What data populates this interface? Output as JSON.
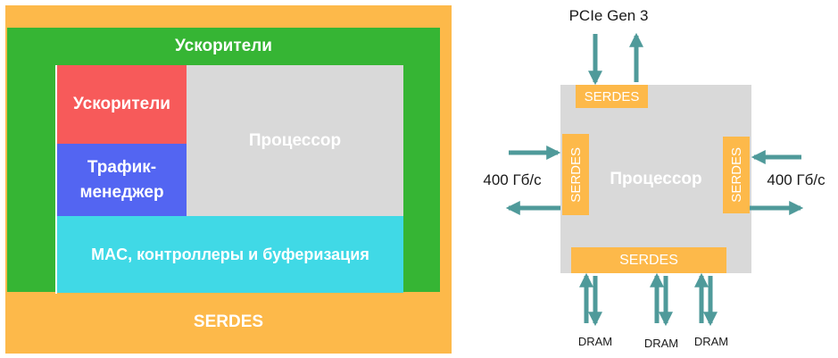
{
  "left": {
    "serdes_label": "SERDES",
    "accelerators_label": "Ускорители",
    "blocks": {
      "accelerators": "Ускорители",
      "traffic_manager_line1": "Трафик-",
      "traffic_manager_line2": "менеджер",
      "processor": "Процессор",
      "mac": "MAC, контроллеры и буферизация"
    }
  },
  "right": {
    "processor_label": "Процессор",
    "pcie_label": "PCIe Gen 3",
    "speed_left": "400 Гб/с",
    "speed_right": "400 Гб/с",
    "serdes_top": "SERDES",
    "serdes_bottom": "SERDES",
    "serdes_left": "SERDES",
    "serdes_right": "SERDES",
    "dram_labels": [
      "DRAM",
      "DRAM",
      "DRAM"
    ]
  },
  "colors": {
    "serdes": "#fdb94a",
    "accelerator_frame": "#36b534",
    "accelerator_block": "#f75a5a",
    "traffic_manager": "#5365f2",
    "processor": "#d9d9d9",
    "mac": "#40d9e6",
    "arrow": "#4f9a9a"
  }
}
